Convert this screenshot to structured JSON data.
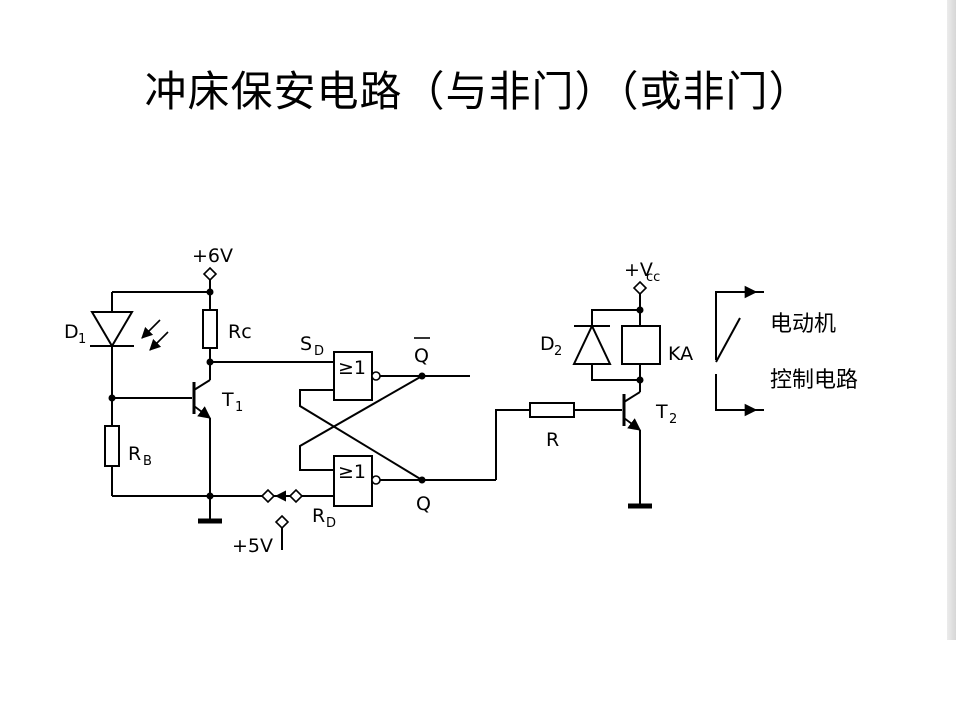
{
  "title": "冲床保安电路（与非门）（或非门）",
  "labels": {
    "plus6v": "+6V",
    "d1": "D",
    "d1_sub": "1",
    "rc": "Rc",
    "t1": "T",
    "t1_sub": "1",
    "rb": "R",
    "rb_sub": "B",
    "sd": "S",
    "sd_sub": "D",
    "gate1": "≥1",
    "gate2": "≥1",
    "qbar": "Q",
    "q": "Q",
    "rd": "R",
    "rd_sub": "D",
    "plus5v": "+5V",
    "r": "R",
    "vcc": "+V",
    "vcc_sub": "cc",
    "d2": "D",
    "d2_sub": "2",
    "ka": "KA",
    "t2": "T",
    "t2_sub": "2",
    "motor": "电动机",
    "control": "控制电路"
  }
}
